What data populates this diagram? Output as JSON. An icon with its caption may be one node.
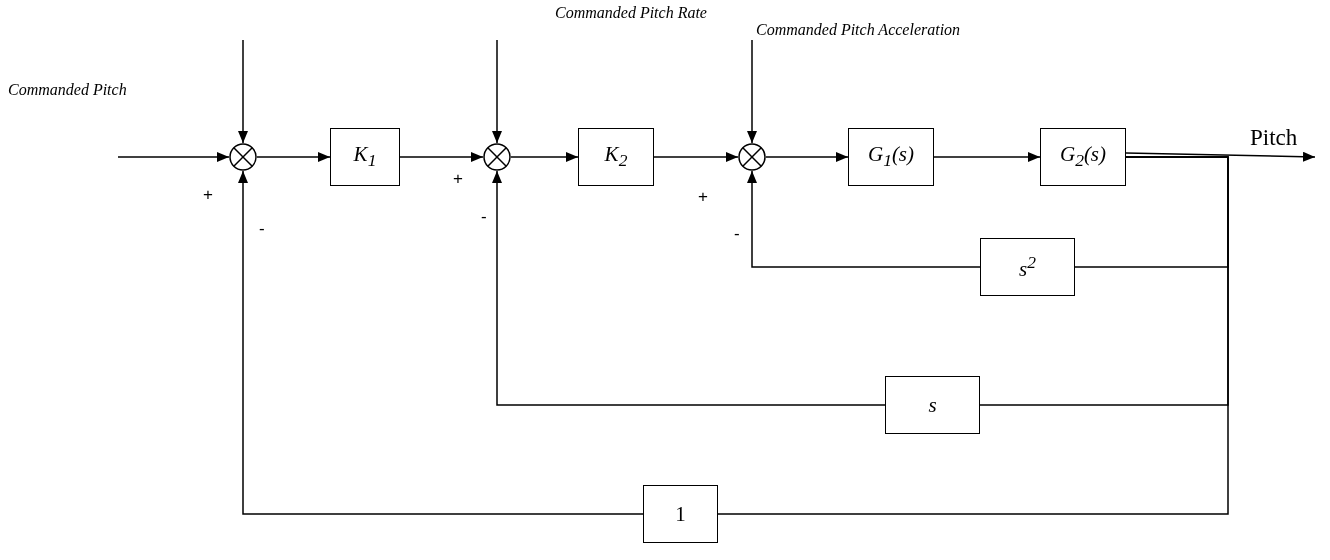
{
  "diagram": {
    "nodes": [
      {
        "text": [
          "Commanded Pitch Rate"
        ]
      },
      {
        "text": [
          "Commanded Pitch Acceleration"
        ]
      },
      {
        "text": [
          "Commanded Pitch"
        ]
      },
      {
        "text": [
          "Pitch"
        ]
      },
      {
        "text": [],
        "shape": "circle"
      },
      {
        "text": [
          "K$_{1}$"
        ]
      },
      {
        "text": [],
        "shape": "circle"
      },
      {
        "text": [
          "K$_{2}$"
        ]
      },
      {
        "text": [],
        "shape": "circle"
      },
      {
        "text": [
          "G$_{1}$(s)"
        ]
      },
      {
        "text": [
          "G$_{2}$(s)"
        ]
      },
      {
        "text": [
          "s$^{2}$"
        ]
      },
      {
        "text": [
          "s"
        ]
      },
      {
        "text": [
          "1"
        ]
      }
    ],
    "edges": [
      {
        "from": null,
        "to": 4,
        "arrow": "to"
      },
      {
        "from": 0,
        "to": 6,
        "arrow": "to"
      },
      {
        "from": 1,
        "to": 8,
        "arrow": "to"
      },
      {
        "from": 2,
        "to": 4,
        "arrow": "to",
        "label": "+"
      },
      {
        "from": 4,
        "to": 5,
        "arrow": "to"
      },
      {
        "from": 5,
        "to": 6,
        "arrow": "to",
        "label": "+"
      },
      {
        "from": 6,
        "to": 7,
        "arrow": "to"
      },
      {
        "from": 7,
        "to": 8,
        "arrow": "to",
        "label": "+"
      },
      {
        "from": 8,
        "to": 9,
        "arrow": "to"
      },
      {
        "from": 9,
        "to": 10,
        "arrow": "to"
      },
      {
        "from": 10,
        "to": 3,
        "arrow": "to"
      },
      {
        "from": 10,
        "to": 11,
        "arrow": "none"
      },
      {
        "from": 10,
        "to": 12,
        "arrow": "none"
      },
      {
        "from": 10,
        "to": 13,
        "arrow": "none"
      },
      {
        "from": 11,
        "to": 8,
        "arrow": "to",
        "label": "-"
      },
      {
        "from": 12,
        "to": 6,
        "arrow": "to",
        "label": "-"
      },
      {
        "from": 13,
        "to": 4,
        "arrow": "to",
        "label": "-"
      }
    ]
  }
}
